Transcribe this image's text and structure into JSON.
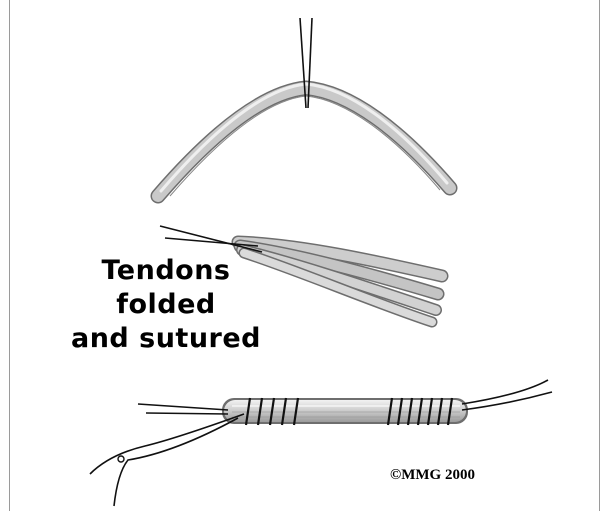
{
  "figure": {
    "label_lines": [
      "Tendons",
      "folded",
      "and sutured"
    ],
    "copyright": "©MMG 2000",
    "colors": {
      "tendon_fill": "#c8c8c8",
      "tendon_highlight": "#eeeeee",
      "tendon_outline": "#6e6e6e",
      "suture": "#111111"
    }
  }
}
